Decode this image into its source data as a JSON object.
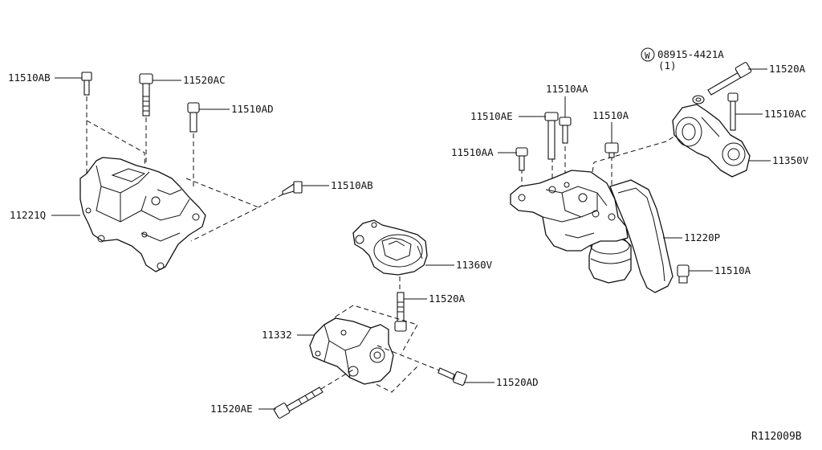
{
  "labels": {
    "l1": "11510AB",
    "l2": "11520AC",
    "l3": "11510AD",
    "l4": "11510AB",
    "l5": "11221Q",
    "l6": "11360V",
    "l7": "11520A",
    "l8": "11332",
    "l9": "11520AD",
    "l10": "11520AE",
    "l11": "11510AA",
    "l12": "11510AE",
    "l13": "11510A",
    "l14": "11510AA",
    "l15": "08915-4421A",
    "l16": "(1)",
    "l17": "11520A",
    "l18": "11510AC",
    "l19": "11350V",
    "l20": "11220P",
    "l21": "11510A",
    "washer_symbol": "W"
  },
  "drawing_number": "R112009B"
}
